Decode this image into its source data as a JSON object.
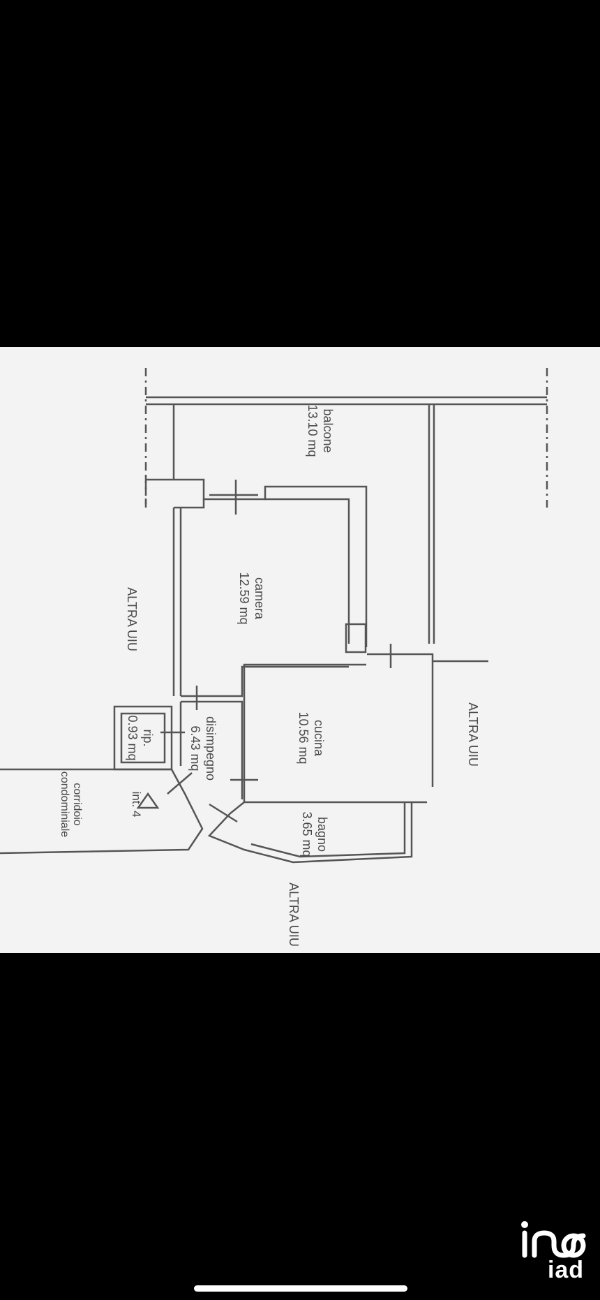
{
  "rooms": {
    "balcone": {
      "name": "balcone",
      "area": "13.10 mq"
    },
    "camera": {
      "name": "camera",
      "area": "12.59 mq"
    },
    "cucina": {
      "name": "cucina",
      "area": "10.56 mq"
    },
    "bagno": {
      "name": "bagno",
      "area": "3.65 mq"
    },
    "disimpegno": {
      "name": "disimpegno",
      "area": "6.43 mq"
    },
    "rip": {
      "name": "rip.",
      "area": "0.93 mq"
    },
    "corridoio": {
      "line1": "corridoio",
      "line2": "condominiale"
    }
  },
  "labels": {
    "altra_top": "ALTRA UIU",
    "altra_left": "ALTRA UIU",
    "altra_bottom": "ALTRA UIU",
    "int": "int. 4"
  },
  "logo": {
    "text": "iad"
  },
  "colors": {
    "ink": "#555555",
    "paper": "#f3f3f3",
    "background": "#000000"
  }
}
